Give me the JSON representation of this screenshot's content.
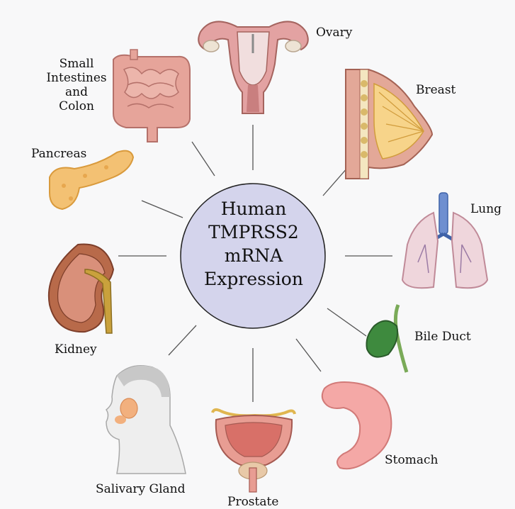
{
  "center": {
    "title": "Human\nTMPRSS2\nmRNA\nExpression"
  },
  "organs": {
    "ovary": "Ovary",
    "breast": "Breast",
    "lung": "Lung",
    "bile_duct": "Bile Duct",
    "stomach": "Stomach",
    "prostate": "Prostate",
    "salivary_gland": "Salivary Gland",
    "kidney": "Kidney",
    "pancreas": "Pancreas",
    "intestines": "Small\nIntestines and\nColon"
  },
  "colors": {
    "background": "#f8f8f9",
    "center_fill": "#d4d4ec",
    "center_stroke": "#222222",
    "connector": "#555555"
  }
}
